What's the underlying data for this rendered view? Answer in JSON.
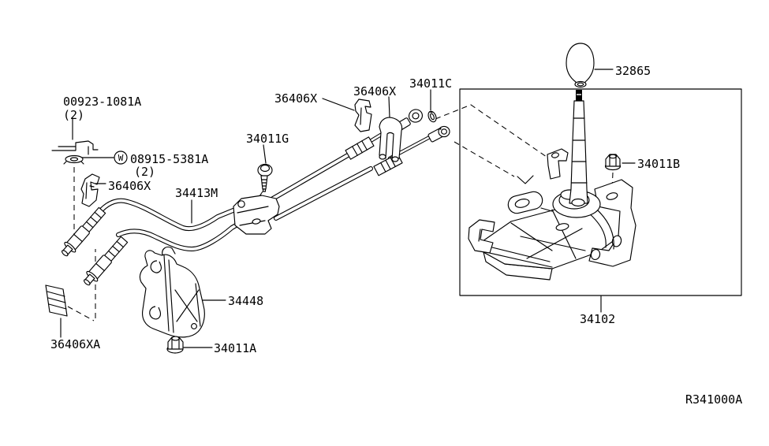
{
  "figure": {
    "ref_code": "R341000A",
    "background_color": "#ffffff",
    "line_color": "#000000"
  },
  "parts": {
    "screw": {
      "label": "00923-1081A",
      "qty": "(2)"
    },
    "washer": {
      "label": "08915-5381A",
      "qty": "(2)",
      "symbol": "W"
    },
    "clip_front": {
      "label": "36406X"
    },
    "cable_assembly": {
      "label": "34413M"
    },
    "bolt": {
      "label": "34011G"
    },
    "bracket_clip_1": {
      "label": "36406X"
    },
    "bracket_clip_2": {
      "label": "36406X"
    },
    "snap_pin": {
      "label": "34011C"
    },
    "knob": {
      "label": "32865"
    },
    "nut_rear": {
      "label": "34011B"
    },
    "bracket": {
      "label": "34448"
    },
    "nut_front": {
      "label": "34011A"
    },
    "clip_rear": {
      "label": "36406XA"
    },
    "shifter_assembly": {
      "label": "34102"
    }
  }
}
